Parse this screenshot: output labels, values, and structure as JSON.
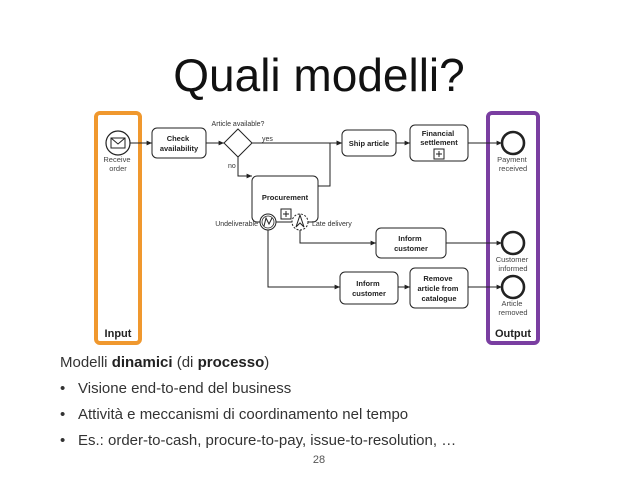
{
  "slide": {
    "title": "Quali modelli?",
    "page_number": "28"
  },
  "diagram": {
    "pools": {
      "input": "Input",
      "output": "Output"
    },
    "events": {
      "receive_order": "Receive order",
      "payment_received": "Payment received",
      "customer_informed": "Customer informed",
      "article_removed": "Article removed"
    },
    "tasks": {
      "check_availability": "Check availability",
      "ship_article": "Ship article",
      "financial_settlement": "Financial settlement",
      "procurement": "Procurement",
      "inform_customer_1": "Inform customer",
      "inform_customer_2": "Inform customer",
      "remove_article": "Remove article from catalogue"
    },
    "gateway": {
      "question": "Article available?",
      "yes": "yes",
      "no": "no"
    },
    "boundary": {
      "undeliverable": "Undeliverable",
      "late_delivery": "Late delivery"
    },
    "colors": {
      "input_border": "#f0982e",
      "output_border": "#7a3ea1",
      "line": "#222222"
    }
  },
  "body": {
    "heading_pre": "Modelli ",
    "heading_b1": "dinamici",
    "heading_mid": " (di ",
    "heading_b2": "processo",
    "heading_post": ")",
    "bullet_char": "•",
    "bullets": [
      "Visione end-to-end del business",
      "Attività e meccanismi di coordinamento nel tempo",
      "Es.: order-to-cash, procure-to-pay, issue-to-resolution, …"
    ]
  }
}
